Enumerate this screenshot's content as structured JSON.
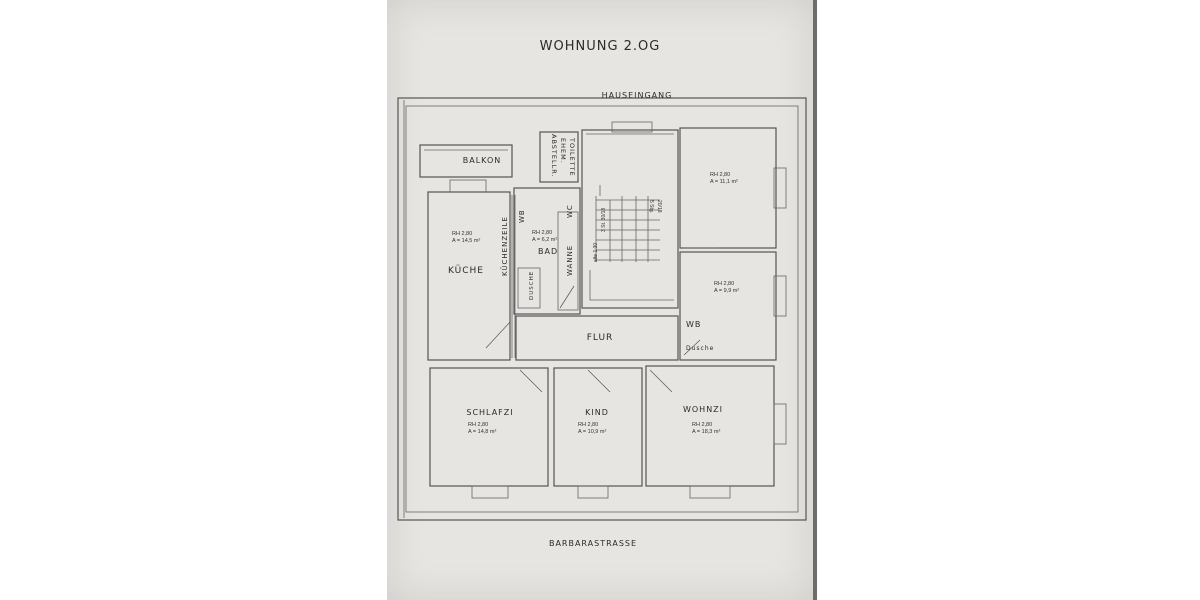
{
  "plan": {
    "title": "WOHNUNG 2.OG",
    "entrance_label": "HAUSEINGANG",
    "street_label": "BARBARASTRASSE",
    "balcony_label": "BALKON",
    "hallway_label": "FLUR",
    "toilet_label_lines": [
      "ABSTELLR.",
      "EHEM.",
      "TOILETTE"
    ],
    "stair_notes": [
      "5 Stg.",
      "20/18",
      "3 St. 30/18",
      "alte 1:30"
    ]
  },
  "rooms": {
    "kueche": {
      "name": "KÜCHE",
      "rh": "RH 2,80",
      "area": "A = 14,5 m²",
      "extra": "KÜCHENZEILE"
    },
    "bad": {
      "name": "BAD",
      "rh": "RH 2,80",
      "area": "A = 6,2 m²",
      "wb": "WB",
      "wc": "WC",
      "wanne": "WANNE",
      "dusche": "DUSCHE"
    },
    "room_ne": {
      "rh": "RH 2,80",
      "area": "A = 11,1 m²"
    },
    "room_e": {
      "rh": "RH 2,80",
      "area": "A = 9,9 m²",
      "wb": "WB",
      "dusche": "Dusche"
    },
    "schlafzi": {
      "name": "SCHLAFZI",
      "rh": "RH 2,80",
      "area": "A = 14,8 m²"
    },
    "kind": {
      "name": "KIND",
      "rh": "RH 2,80",
      "area": "A = 10,9 m²"
    },
    "wohnzi": {
      "name": "WOHNZI",
      "rh": "RH 2,80",
      "area": "A = 18,3 m²"
    }
  }
}
